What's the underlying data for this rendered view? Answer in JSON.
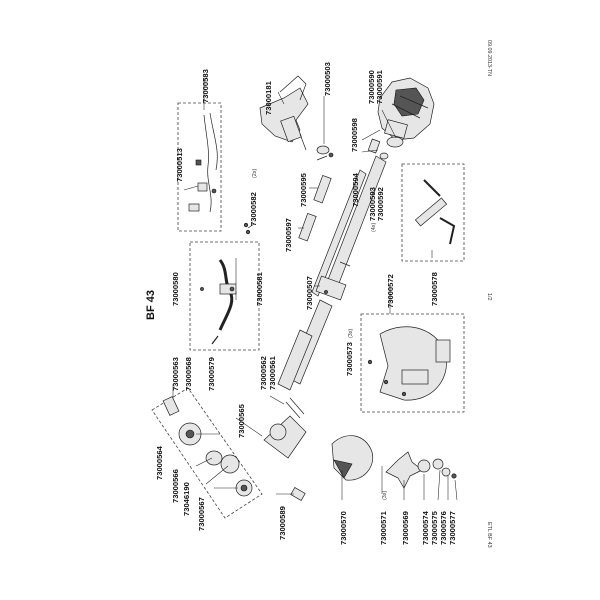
{
  "title": "BF 43",
  "page_number": "1/2",
  "date": "09.09.2013-TN",
  "footer": "ETL BF 43",
  "parts": {
    "p73000583": "73000583",
    "p73000513": "73000513",
    "p73000181": "73000181",
    "p73000503": "73000503",
    "p73000590": "73000590",
    "p73000591": "73000591",
    "p73000598": "73000598",
    "p73000582": "73000582",
    "p73000582_qty": "(2x)",
    "p73000595": "73000595",
    "p73000594": "73000594",
    "p73000593": "73000593",
    "p73000593_qty": "(4x)",
    "p73000592": "73000592",
    "p73000597": "73000597",
    "p73000580": "73000580",
    "p73000581": "73000581",
    "p73000507": "73000507",
    "p73000572": "73000572",
    "p73000578": "73000578",
    "p73000563": "73000563",
    "p73000568": "73000568",
    "p73000579": "73000579",
    "p73000562": "73000562",
    "p73000561": "73000561",
    "p73000573": "73000573",
    "p73000573_qty": "(3x)",
    "p73000565": "73000565",
    "p73000564": "73000564",
    "p73000566": "73000566",
    "p73046190": "73046190",
    "p73000567": "73000567",
    "p73000589": "73000589",
    "p73000570": "73000570",
    "p73000571": "73000571",
    "p73000571_qty": "(3x)",
    "p73000569": "73000569",
    "p73000574": "73000574",
    "p73000575": "73000575",
    "p73000576": "73000576",
    "p73000577": "73000577"
  }
}
